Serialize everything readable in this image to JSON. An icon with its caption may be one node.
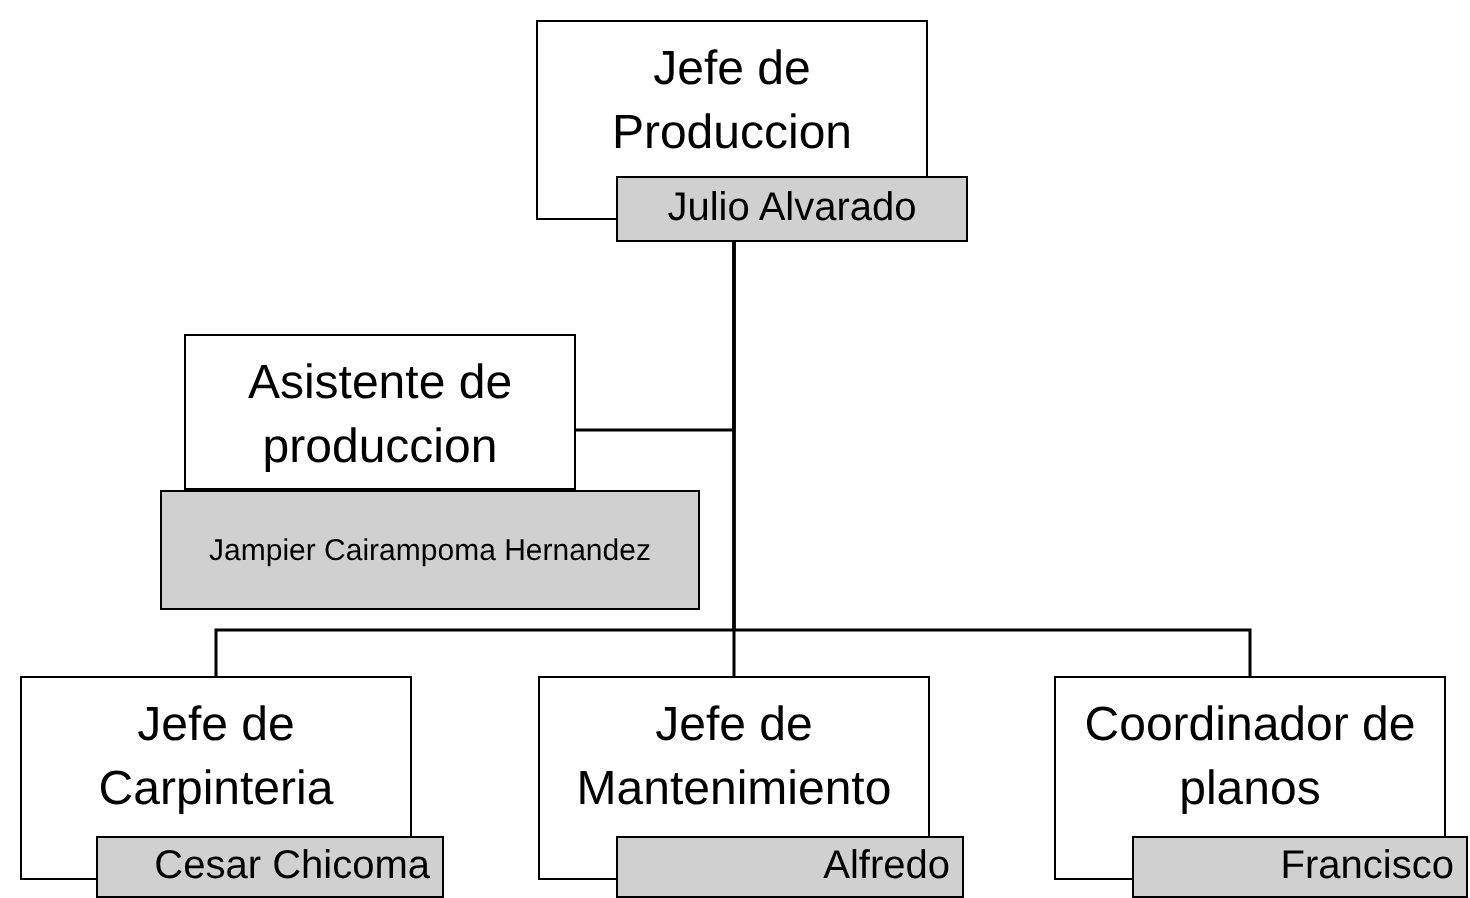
{
  "diagram": {
    "nodes": [
      {
        "text": [
          "Jefe de Produccion",
          "Julio Alvarado"
        ]
      },
      {
        "text": [
          "Asistente de produccion",
          "Jampier Cairampoma Hernandez"
        ]
      },
      {
        "text": [
          "Jefe de Carpinteria",
          "Cesar Chicoma"
        ]
      },
      {
        "text": [
          "Jefe de Mantenimiento",
          "Alfredo"
        ]
      },
      {
        "text": [
          "Coordinador de planos",
          "Francisco"
        ]
      }
    ],
    "edges": [
      {
        "from": 0,
        "to": 1,
        "arrow": "none"
      },
      {
        "from": 0,
        "to": 2,
        "arrow": "none"
      },
      {
        "from": 0,
        "to": 3,
        "arrow": "none"
      },
      {
        "from": 0,
        "to": 4,
        "arrow": "none"
      }
    ]
  }
}
